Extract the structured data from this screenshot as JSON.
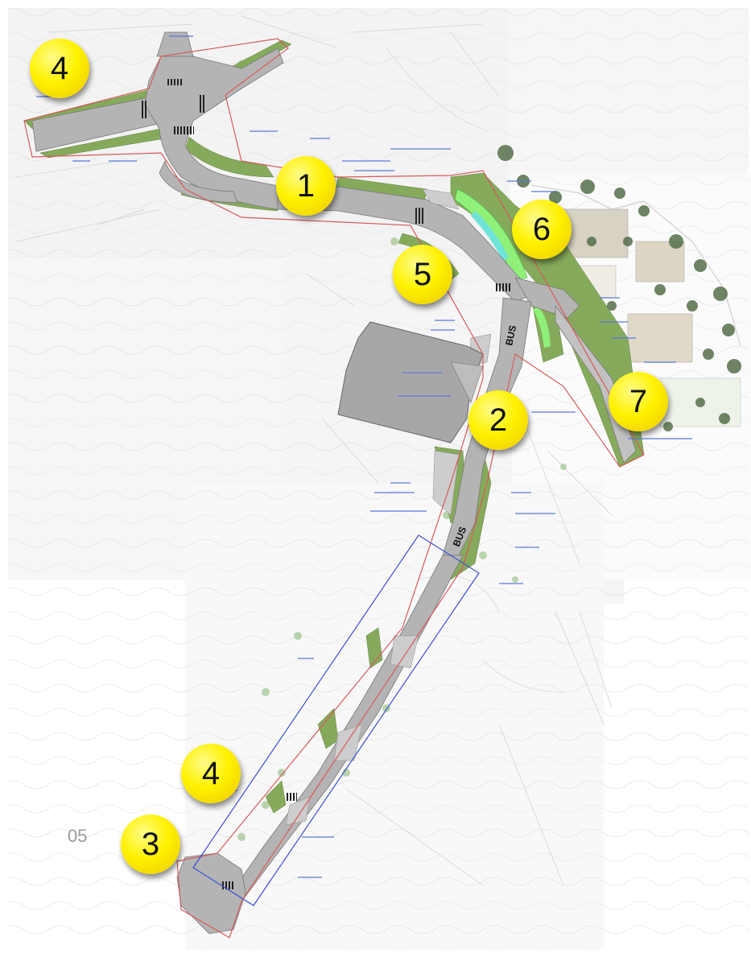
{
  "markers": [
    {
      "id": "m4a",
      "label": "4"
    },
    {
      "id": "m1",
      "label": "1"
    },
    {
      "id": "m6",
      "label": "6"
    },
    {
      "id": "m5",
      "label": "5"
    },
    {
      "id": "m2",
      "label": "2"
    },
    {
      "id": "m7",
      "label": "7"
    },
    {
      "id": "m4b",
      "label": "4"
    },
    {
      "id": "m3",
      "label": "3"
    }
  ],
  "road_labels": {
    "bus_upper": "BUS",
    "bus_lower": "BUS"
  },
  "corner_label": "05",
  "colors": {
    "road": "#b4b4b4",
    "green": "#7fa655",
    "marker": "#fff200",
    "perimeter": "#d65a5a",
    "frame": "#3b4fd1",
    "water": "#6fe3d8"
  }
}
